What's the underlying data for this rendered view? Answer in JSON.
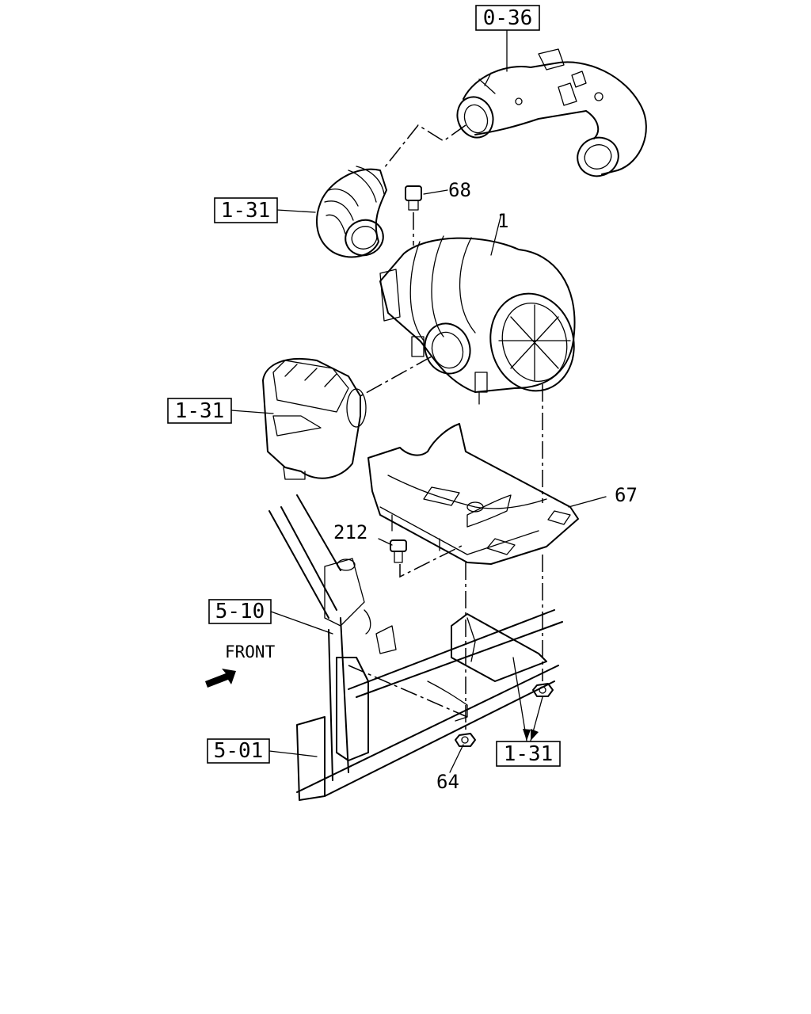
{
  "refs": {
    "ref_0_36": "0-36",
    "ref_1_31_hose": "1-31",
    "ref_1_31_duct": "1-31",
    "ref_5_10": "5-10",
    "ref_5_01": "5-01",
    "ref_1_31_bracket": "1-31"
  },
  "parts": {
    "p68": "68",
    "p1": "1",
    "p67": "67",
    "p212": "212",
    "p64": "64"
  },
  "front_label": "FRONT"
}
